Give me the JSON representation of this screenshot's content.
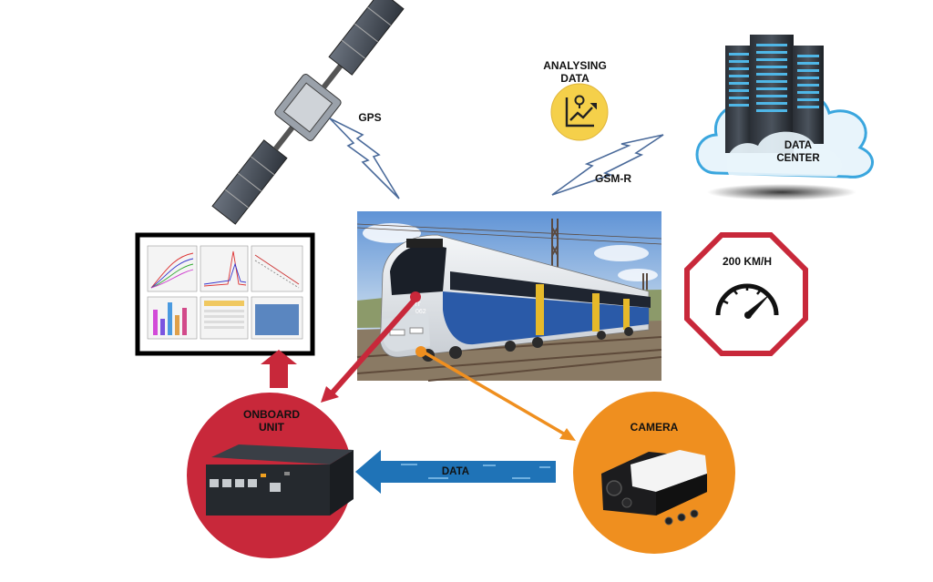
{
  "labels": {
    "gps": "GPS",
    "analysing": "ANALYSING\nDATA",
    "gsm": "GSM-R",
    "datacenter": "DATA\nCENTER",
    "speed": "200 KM/H",
    "onboard": "ONBOARD\nUNIT",
    "camera": "CAMERA",
    "data_flow": "DATA"
  },
  "train_id_text": "ART\n062",
  "colors": {
    "onboard": "#c8283a",
    "camera": "#ef8f1f",
    "data_arrow": "#1f73b7",
    "stop_border": "#c8283a",
    "lightning": "#4a6a9a",
    "analysing_badge": "#f5d04a"
  },
  "icons": [
    "satellite-icon",
    "lightning-icon",
    "analytics-icon",
    "server-cloud-icon",
    "speedometer-icon",
    "monitor-icon",
    "onboard-device-icon",
    "camera-icon",
    "train-photo"
  ]
}
